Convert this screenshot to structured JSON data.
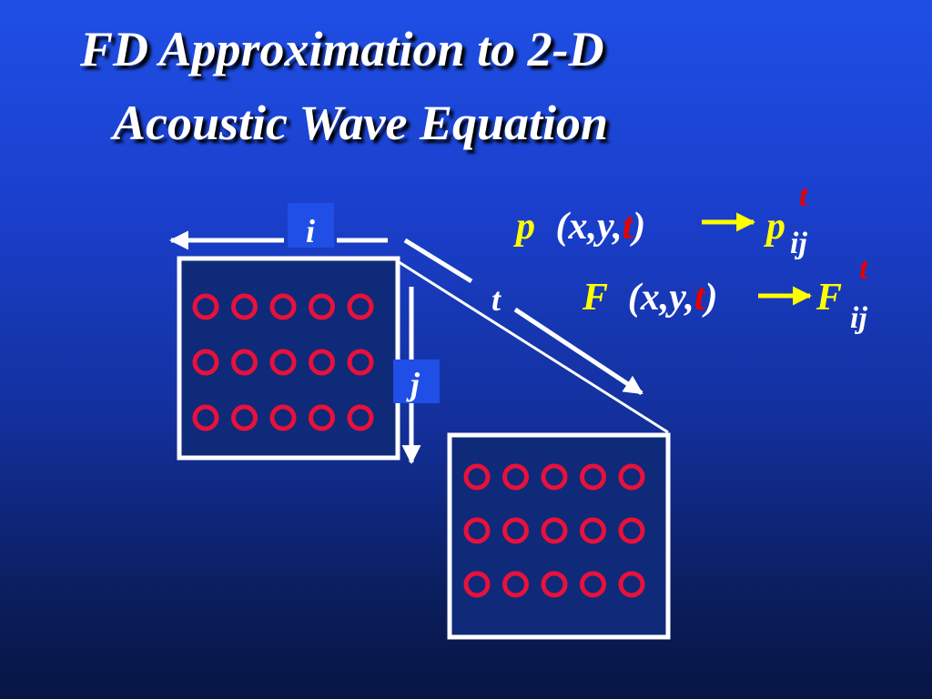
{
  "title": {
    "line1": "FD Approximation to 2-D",
    "line2": "Acoustic Wave Equation"
  },
  "labels": {
    "i": "i",
    "j": "j",
    "t": "t"
  },
  "grid": {
    "rows": 3,
    "cols": 5
  },
  "equations": [
    {
      "var": "p",
      "args_open": "(x,y,",
      "time": "t",
      "args_close": ")",
      "result_var": "p",
      "result_sup": "t",
      "result_sub": "ij"
    },
    {
      "var": "F",
      "args_open": "(x,y,",
      "time": "t",
      "args_close": ")",
      "result_var": "F",
      "result_sup": "t",
      "result_sub": "ij"
    }
  ],
  "colors": {
    "background_top": "#1f4fe6",
    "background_bottom": "#071544",
    "grid_fill": "#0f2a78",
    "node": "#e8113c",
    "var_yellow": "#ffff00",
    "time_red": "#e60000",
    "label_box": "#1f4fe6",
    "white": "#ffffff"
  }
}
